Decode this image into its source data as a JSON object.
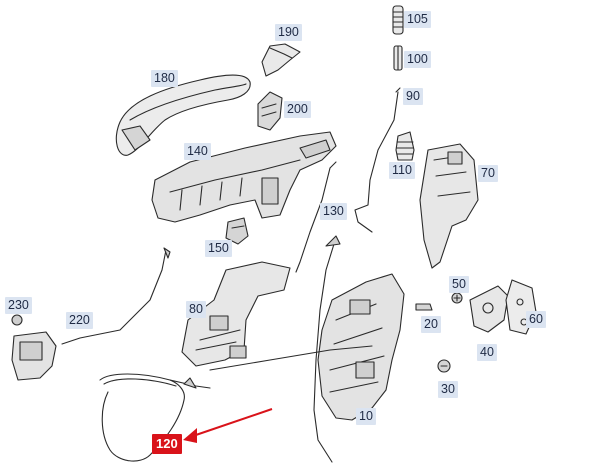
{
  "diagram": {
    "callouts": [
      {
        "id": "190",
        "label": "190"
      },
      {
        "id": "105",
        "label": "105"
      },
      {
        "id": "180",
        "label": "180"
      },
      {
        "id": "100",
        "label": "100"
      },
      {
        "id": "90",
        "label": "90"
      },
      {
        "id": "200",
        "label": "200"
      },
      {
        "id": "140",
        "label": "140"
      },
      {
        "id": "110",
        "label": "110"
      },
      {
        "id": "70",
        "label": "70"
      },
      {
        "id": "130",
        "label": "130"
      },
      {
        "id": "150",
        "label": "150"
      },
      {
        "id": "50",
        "label": "50"
      },
      {
        "id": "230",
        "label": "230"
      },
      {
        "id": "80",
        "label": "80"
      },
      {
        "id": "220",
        "label": "220"
      },
      {
        "id": "20",
        "label": "20"
      },
      {
        "id": "60",
        "label": "60"
      },
      {
        "id": "40",
        "label": "40"
      },
      {
        "id": "30",
        "label": "30"
      },
      {
        "id": "10",
        "label": "10"
      },
      {
        "id": "120",
        "label": "120",
        "highlighted": true
      }
    ],
    "highlight_color": "#d9131a",
    "callout_color": "#dbe4f1"
  }
}
